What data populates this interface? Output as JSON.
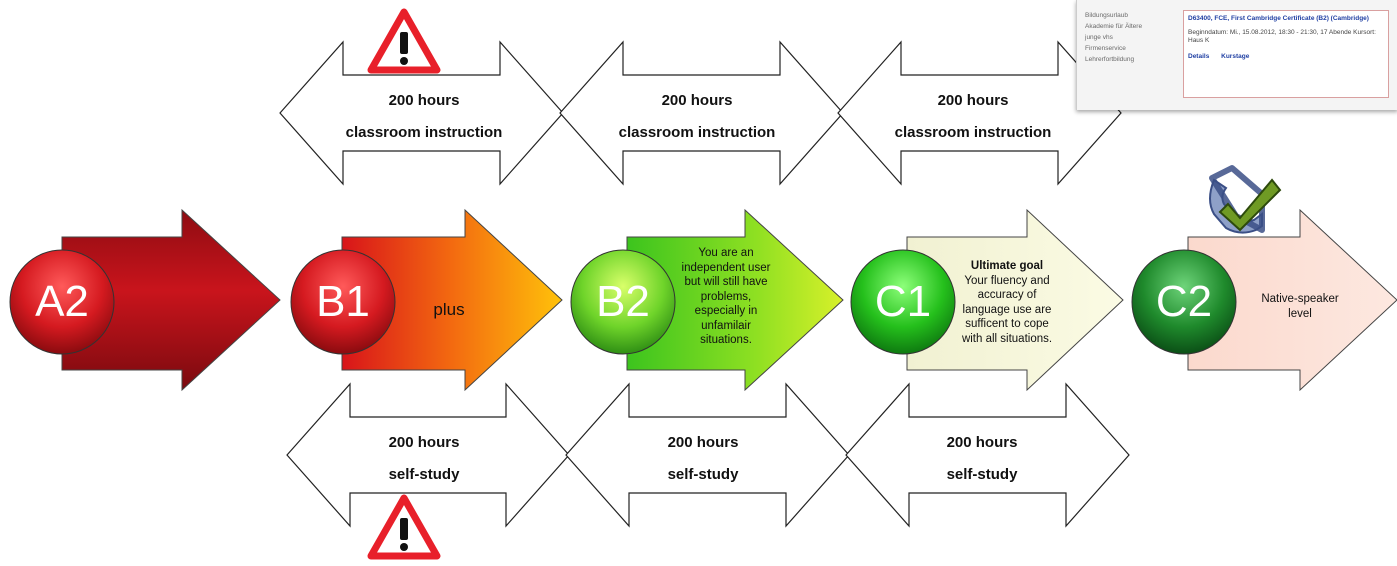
{
  "top_hours": [
    {
      "line1": "200 hours",
      "line2": "classroom instruction"
    },
    {
      "line1": "200 hours",
      "line2": "classroom instruction"
    },
    {
      "line1": "200 hours",
      "line2": "classroom instruction"
    }
  ],
  "bottom_hours": [
    {
      "line1": "200 hours",
      "line2": "self-study"
    },
    {
      "line1": "200 hours",
      "line2": "self-study"
    },
    {
      "line1": "200 hours",
      "line2": "self-study"
    }
  ],
  "levels": [
    {
      "code": "A2",
      "color": "#c0141c"
    },
    {
      "code": "B1",
      "color": "#d9141c",
      "text": "plus"
    },
    {
      "code": "B2",
      "color": "#5fd02a",
      "text": "You are an independent user but will still have problems, especially in unfamilair situations."
    },
    {
      "code": "C1",
      "color": "#28c41a",
      "title": "Ultimate goal",
      "text": "Your fluency and accuracy of language use are sufficent to cope with all situations."
    },
    {
      "code": "C2",
      "color": "#1f8a2c",
      "text": "Native-speaker level"
    }
  ],
  "icons": {
    "warning": "warning-icon",
    "checkmark": "checkmark-badge-icon"
  },
  "screenshot_inset": {
    "menu": [
      "Bildungsurlaub",
      "Akademie für Ältere",
      "junge vhs",
      "Firmenservice",
      "Lehrerfortbildung"
    ],
    "course": "D63400, FCE, First Cambridge Certificate (B2) (Cambridge)",
    "when": "Beginndatum: Mi., 15.08.2012, 18:30 - 21:30, 17 Abende Kursort: Haus K",
    "links": [
      "Details",
      "Kurstage"
    ]
  }
}
